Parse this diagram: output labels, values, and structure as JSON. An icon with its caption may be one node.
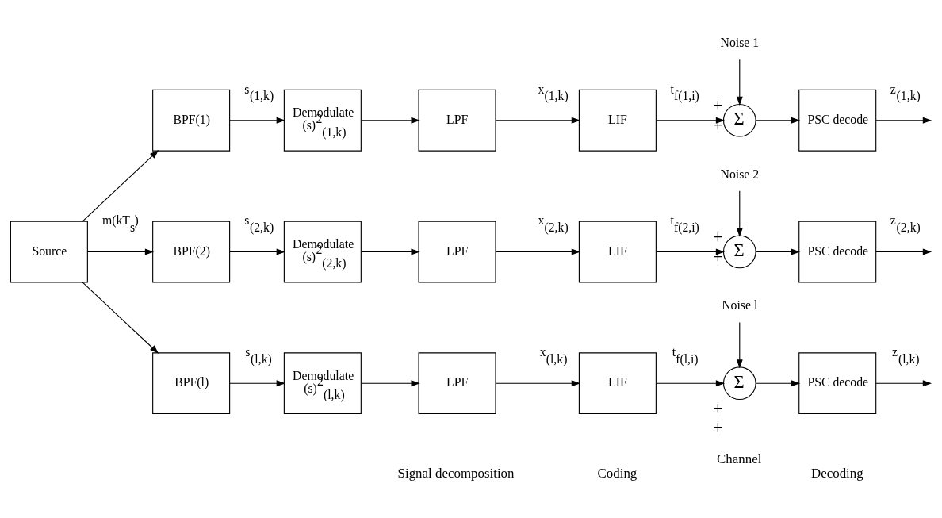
{
  "diagram": {
    "nodes": [
      {
        "text": [
          "Source"
        ]
      },
      {
        "text": [
          "BPF(1)"
        ]
      },
      {
        "text": [
          "Demodulate",
          "(s)$^{2}$$_{(1,k)}$"
        ]
      },
      {
        "text": [
          "LPF"
        ]
      },
      {
        "text": [
          "LIF"
        ]
      },
      {
        "text": [
          "Noise 1"
        ]
      },
      {
        "text": [
          "Σ"
        ],
        "beside": [
          "+",
          "+"
        ]
      },
      {
        "text": [
          "PSC decode"
        ]
      },
      {
        "text": [
          "BPF(2)"
        ]
      },
      {
        "text": [
          "Demodulate",
          "(s)$^{2}$$_{(2,k)}$"
        ]
      },
      {
        "text": [
          "LPF"
        ]
      },
      {
        "text": [
          "LIF"
        ]
      },
      {
        "text": [
          "Noise 2"
        ]
      },
      {
        "text": [
          "Σ"
        ],
        "beside": [
          "+",
          "+"
        ]
      },
      {
        "text": [
          "PSC decode"
        ]
      },
      {
        "text": [
          "BPF(l)"
        ]
      },
      {
        "text": [
          "Demodulate",
          "(s)$^{2}$$_{(l,k)}$"
        ]
      },
      {
        "text": [
          "LPF"
        ]
      },
      {
        "text": [
          "LIF"
        ]
      },
      {
        "text": [
          "Noise l"
        ]
      },
      {
        "text": [
          "Σ"
        ],
        "beside": [
          "+",
          "+"
        ]
      },
      {
        "text": [
          "PSC decode"
        ]
      }
    ],
    "edges": [
      {
        "from": 0,
        "to": 1,
        "arrow": "to"
      },
      {
        "from": 1,
        "to": 2,
        "arrow": "to",
        "label": "s$_{(1,k)}$"
      },
      {
        "from": 2,
        "to": 3,
        "arrow": "to"
      },
      {
        "from": 3,
        "to": 4,
        "arrow": "to",
        "label": "x$_{(1,k)}$"
      },
      {
        "from": 4,
        "to": 6,
        "arrow": "to",
        "label": "t$_{f(1,i)}$"
      },
      {
        "from": 5,
        "to": 6,
        "arrow": "to"
      },
      {
        "from": 6,
        "to": 7,
        "arrow": "to"
      },
      {
        "from": 7,
        "to": null,
        "arrow": "to",
        "label": "z$_{(1,k)}$"
      },
      {
        "from": 0,
        "to": 8,
        "arrow": "to",
        "label": "m(kT$_{s}$)"
      },
      {
        "from": 8,
        "to": 9,
        "arrow": "to",
        "label": "s$_{(2,k)}$"
      },
      {
        "from": 9,
        "to": 10,
        "arrow": "to"
      },
      {
        "from": 10,
        "to": 11,
        "arrow": "to",
        "label": "x$_{(2,k)}$"
      },
      {
        "from": 11,
        "to": 13,
        "arrow": "to",
        "label": "t$_{f(2,i)}$"
      },
      {
        "from": 12,
        "to": 13,
        "arrow": "to"
      },
      {
        "from": 13,
        "to": 14,
        "arrow": "to"
      },
      {
        "from": 14,
        "to": null,
        "arrow": "to",
        "label": "z$_{(2,k)}$"
      },
      {
        "from": 0,
        "to": 15,
        "arrow": "to"
      },
      {
        "from": 15,
        "to": 16,
        "arrow": "to",
        "label": "s$_{(l,k)}$"
      },
      {
        "from": 16,
        "to": 17,
        "arrow": "to"
      },
      {
        "from": 17,
        "to": 18,
        "arrow": "to",
        "label": "x$_{(l,k)}$"
      },
      {
        "from": 18,
        "to": 20,
        "arrow": "to",
        "label": "t$_{f(l,i)}$"
      },
      {
        "from": 19,
        "to": 20,
        "arrow": "to"
      },
      {
        "from": 20,
        "to": 21,
        "arrow": "to"
      },
      {
        "from": 21,
        "to": null,
        "arrow": "to",
        "label": "z$_{(l,k)}$"
      }
    ],
    "labels": [
      "Signal decomposition",
      "Coding",
      "Channel",
      "Decoding"
    ]
  }
}
